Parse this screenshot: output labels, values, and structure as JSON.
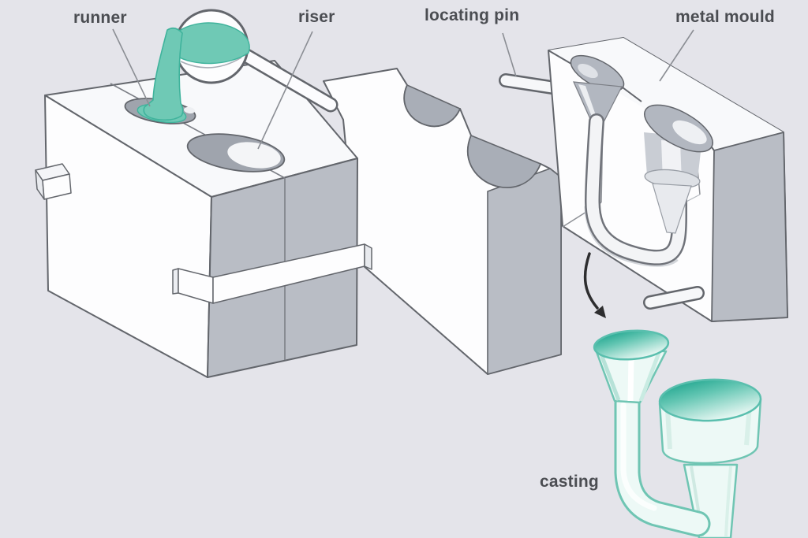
{
  "labels": [
    {
      "id": "runner",
      "text": "runner"
    },
    {
      "id": "riser",
      "text": "riser"
    },
    {
      "id": "locating_pin",
      "text": "locating pin"
    },
    {
      "id": "metal_mould",
      "text": "metal mould"
    },
    {
      "id": "casting",
      "text": "casting"
    }
  ],
  "colors": {
    "background": "#e4e4ea",
    "block_white": "#fdfdfe",
    "block_top_white": "#f8f9fb",
    "block_side_gray": "#b9bdc5",
    "cavity_gray": "#9fa4ad",
    "funnel_gray": "#b2b7c0",
    "outline": "#63666c",
    "molten_metal": "#6fc9b5",
    "molten_metal_edge": "#3fb39c",
    "casting_fill": "#edf9f6",
    "casting_shade": "#cfe9e2",
    "casting_outline": "#6fc5b3",
    "casting_top_dark": "#109e86",
    "casting_top_light": "#e4f6f1",
    "label_text": "#4b4d52",
    "leader_line": "#8b8e94",
    "arrow": "#2d2d2f"
  }
}
